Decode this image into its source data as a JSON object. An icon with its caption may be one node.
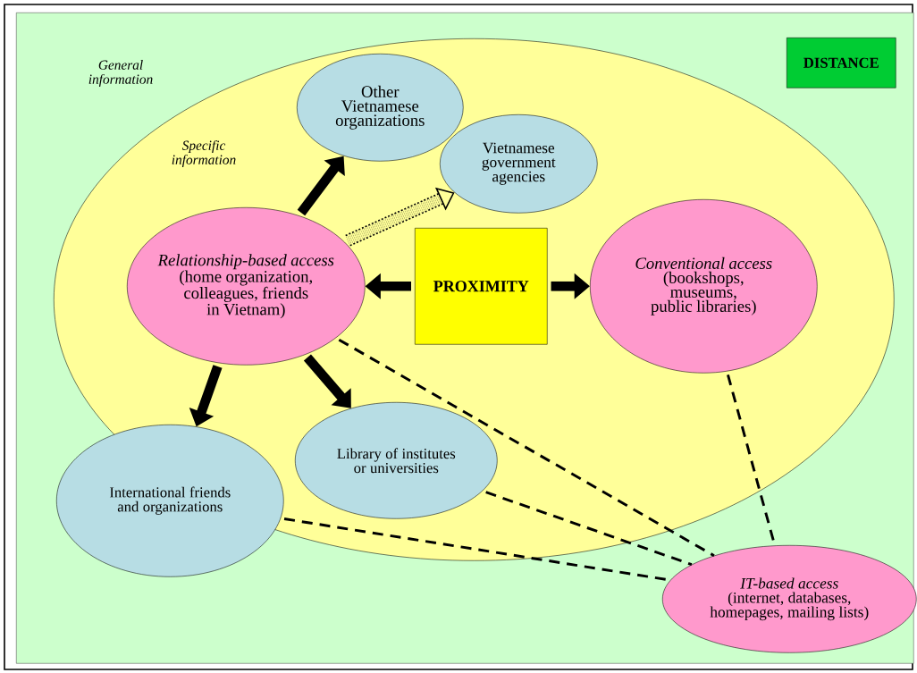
{
  "diagram": {
    "nodes": [
      {
        "text": [
          "General information"
        ]
      },
      {
        "text": [
          "DISTANCE"
        ],
        "in": 0
      },
      {
        "text": [
          "Specific information"
        ],
        "in": 0
      },
      {
        "text": [
          "Other Vietnamese organizations"
        ],
        "in": 2
      },
      {
        "text": [
          "Vietnamese government agencies"
        ],
        "in": 2
      },
      {
        "text": [
          "Relationship-based access",
          "(home organization, colleagues, friends in Vietnam)"
        ],
        "in": 2
      },
      {
        "text": [
          "PROXIMITY"
        ],
        "in": 2
      },
      {
        "text": [
          "Conventional access",
          "(bookshops, museums, public libraries)"
        ],
        "in": 2
      },
      {
        "text": [
          "Library of institutes or universities"
        ],
        "in": 2
      },
      {
        "text": [
          "International friends and organizations"
        ],
        "in": 0
      },
      {
        "text": [
          "IT-based access",
          "(internet, databases, homepages, mailing lists)"
        ],
        "in": 0
      }
    ],
    "edges": [
      {
        "from": 5,
        "to": 3,
        "arrow": "to"
      },
      {
        "from": 5,
        "to": 4,
        "arrow": "to",
        "style": "dashed"
      },
      {
        "from": 6,
        "to": 5,
        "arrow": "to"
      },
      {
        "from": 6,
        "to": 7,
        "arrow": "to"
      },
      {
        "from": 5,
        "to": 8,
        "arrow": "to"
      },
      {
        "from": 5,
        "to": 9,
        "arrow": "to"
      },
      {
        "from": 5,
        "to": 10,
        "arrow": "none",
        "style": "dashed"
      },
      {
        "from": 7,
        "to": 10,
        "arrow": "none",
        "style": "dashed"
      },
      {
        "from": 8,
        "to": 10,
        "arrow": "none",
        "style": "dashed"
      },
      {
        "from": 9,
        "to": 10,
        "arrow": "none",
        "style": "dashed"
      }
    ]
  }
}
